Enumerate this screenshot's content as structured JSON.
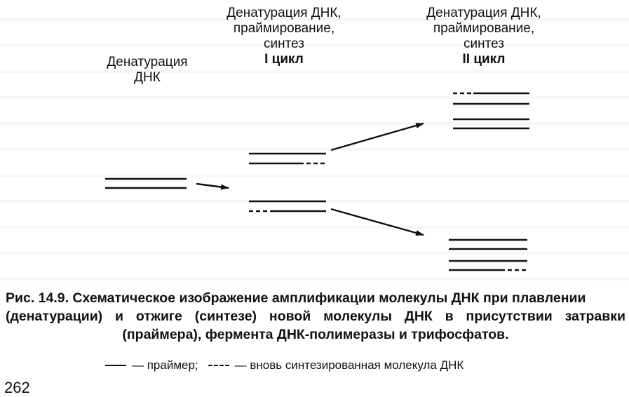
{
  "labels": {
    "stage0": [
      "Денатурация",
      "ДНК"
    ],
    "stage1": [
      "Денатурация ДНК,",
      "праймирование,",
      "синтез",
      "I цикл"
    ],
    "stage2": [
      "Денатурация ДНК,",
      "праймирование,",
      "синтез",
      "II цикл"
    ]
  },
  "caption": {
    "line1": "Рис. 14.9. Схематическое изображение амплификации молекулы ДНК при плавлении",
    "line2": "(денатурации) и отжиге (синтезе) новой молекулы ДНК в присутствии затравки",
    "line3": "(праймера), фермента ДНК-полимеразы и трифосфатов."
  },
  "legend": {
    "primer_text": "— праймер;",
    "new_text": "— вновь синтезированная молекула ДНК"
  },
  "page_number": "262"
}
